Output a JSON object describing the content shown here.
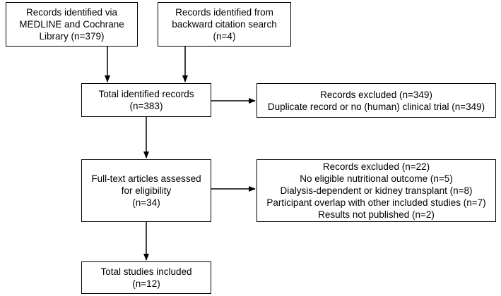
{
  "boxes": {
    "medline": [
      "Records identified via",
      "MEDLINE and Cochrane",
      "Library (n=379)"
    ],
    "backward": [
      "Records identified from",
      "backward citation search",
      "(n=4)"
    ],
    "total_identified": [
      "Total identified records",
      "(n=383)"
    ],
    "excluded_1": [
      "Records excluded (n=349)",
      "Duplicate record or no (human) clinical trial (n=349)"
    ],
    "fulltext": [
      "Full-text articles assessed",
      "for eligibility",
      "(n=34)"
    ],
    "excluded_2": [
      "Records excluded (n=22)",
      "No eligible nutritional outcome (n=5)",
      "Dialysis-dependent or kidney transplant (n=8)",
      "Participant overlap with other included studies (n=7)",
      "Results not published (n=2)"
    ],
    "included": [
      "Total studies included",
      "(n=12)"
    ]
  }
}
